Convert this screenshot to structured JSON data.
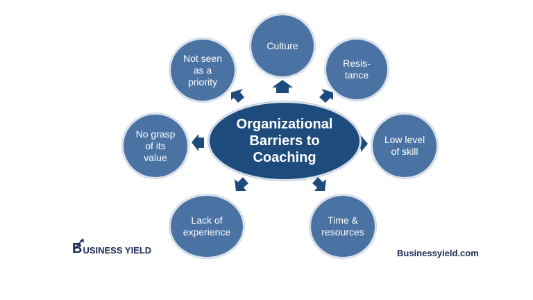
{
  "diagram": {
    "center": "Organizational\nBarriers to\nCoaching",
    "nodes": [
      {
        "id": "culture",
        "label": "Culture"
      },
      {
        "id": "resistance",
        "label": "Resis-\ntance"
      },
      {
        "id": "low-skill",
        "label": "Low level\nof skill"
      },
      {
        "id": "time-resources",
        "label": "Time &\nresources"
      },
      {
        "id": "lack-experience",
        "label": "Lack of\nexperience"
      },
      {
        "id": "no-grasp",
        "label": "No grasp\nof its\nvalue"
      },
      {
        "id": "not-priority",
        "label": "Not seen\nas a\npriority"
      }
    ]
  },
  "branding": {
    "logo_letter": "B",
    "logo_text": "USINESS YIELD",
    "website": "Businessyield.com"
  },
  "colors": {
    "node_fill": "#4a72a3",
    "center_fill": "#1d4b7c",
    "arrow_fill": "#1d4b7c",
    "brand_text": "#1a2a55"
  }
}
